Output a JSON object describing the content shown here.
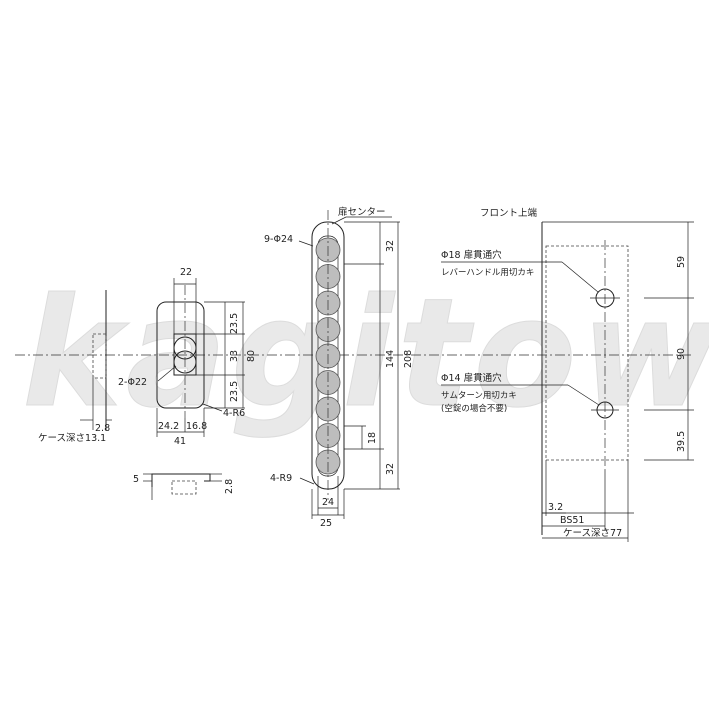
{
  "watermark": "kagitown",
  "strike": {
    "width_top": "22",
    "dim_23_5_top": "23.5",
    "dim_33": "33",
    "dim_80": "80",
    "dim_23_5_bottom": "23.5",
    "holes": "2-Φ22",
    "corner": "4-R6",
    "dim_24_2": "24.2",
    "dim_16_8": "16.8",
    "width_total": "41",
    "case_gap": "2.8",
    "case_depth": "ケース深さ13.1"
  },
  "side_section": {
    "dim_5": "5",
    "dim_2_8": "2.8"
  },
  "face_plate": {
    "ball_count": "9-Φ24",
    "door_center": "扉センター",
    "dim_32_top": "32",
    "dim_144": "144",
    "dim_208": "208",
    "dim_18": "18",
    "dim_32_bottom": "32",
    "corner": "4-R9",
    "dim_24": "24",
    "dim_25": "25"
  },
  "lock_body": {
    "front_top": "フロント上端",
    "hole1_title": "Φ18 扉貫通穴",
    "hole1_note": "レバーハンドル用切カキ",
    "hole2_title": "Φ14 扉貫通穴",
    "hole2_note": "サムターン用切カキ",
    "hole2_note2": "(空錠の場合不要)",
    "dim_59": "59",
    "dim_90": "90",
    "dim_39_5": "39.5",
    "dim_3_2": "3.2",
    "backset": "BS51",
    "case_depth": "ケース深さ77"
  }
}
